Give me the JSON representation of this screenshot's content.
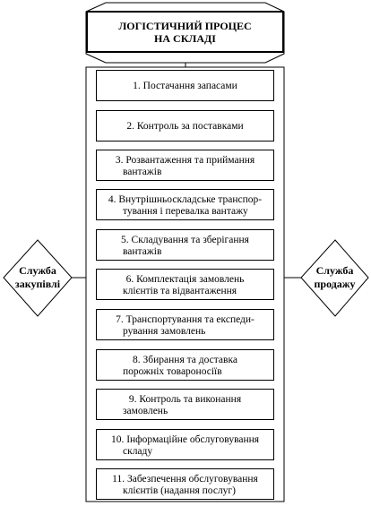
{
  "title": {
    "line1": "ЛОГІСТИЧНИЙ ПРОЦЕС",
    "line2": "НА СКЛАДІ"
  },
  "left_service": {
    "line1": "Служба",
    "line2": "закупівлі"
  },
  "right_service": {
    "line1": "Служба",
    "line2": "продажу"
  },
  "steps": [
    {
      "line1": "1. Постачання запасами",
      "line2": ""
    },
    {
      "line1": "2. Контроль за поставками",
      "line2": ""
    },
    {
      "line1": "3. Розвантаження та приймання",
      "line2": "вантажів"
    },
    {
      "line1": "4. Внутрішньоскладське транспор-",
      "line2": "тування і перевалка вантажу"
    },
    {
      "line1": "5. Складування та зберігання",
      "line2": "вантажів"
    },
    {
      "line1": "6. Комплектація замовлень",
      "line2": "клієнтів та відвантаження"
    },
    {
      "line1": "7. Транспортування та експеди-",
      "line2": "рування замовлень"
    },
    {
      "line1": "8. Збирання та доставка",
      "line2": "порожніх товароносіїв"
    },
    {
      "line1": "9. Контроль та виконання",
      "line2": "замовлень"
    },
    {
      "line1": "10. Інформаційне обслуговування",
      "line2": "складу"
    },
    {
      "line1": "11. Забезпечення обслуговування",
      "line2": "клієнтів (надання послуг)"
    }
  ]
}
